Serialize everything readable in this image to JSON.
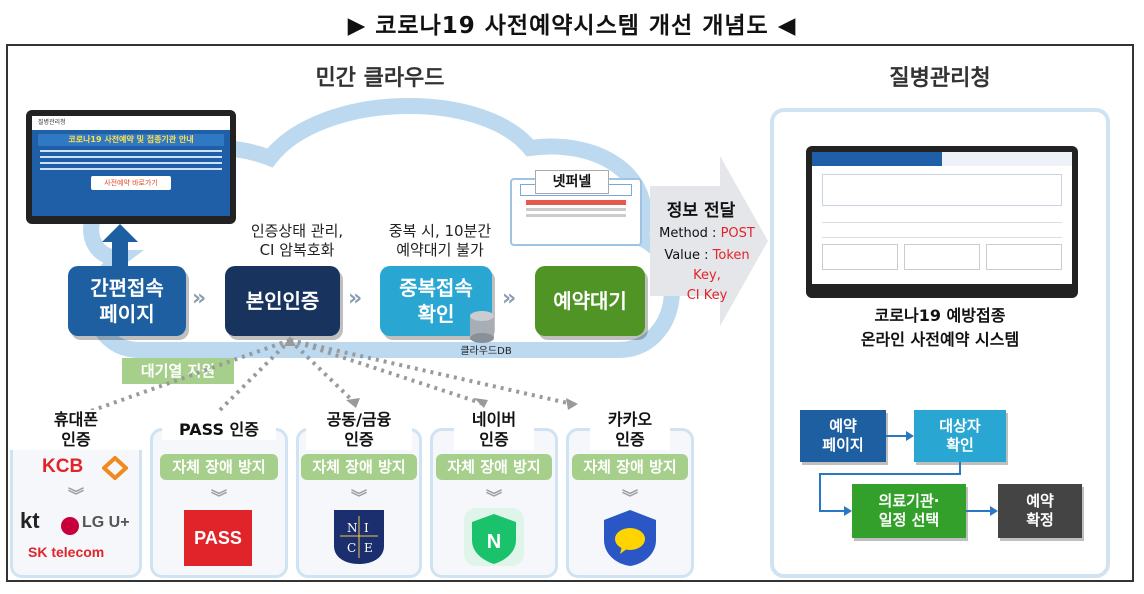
{
  "title": "▶ 코로나19 사전예약시스템 개선 개념도 ◀",
  "private_cloud": {
    "label": "민간 클라우드",
    "steps": [
      {
        "label": "간편접속\n페이지",
        "color": "#1d5fa0"
      },
      {
        "label": "본인인증",
        "color": "#17335e"
      },
      {
        "label": "중복접속\n확인",
        "color": "#2aa6d2"
      },
      {
        "label": "예약대기",
        "color": "#4f9424"
      }
    ],
    "step_separator": "»",
    "notes": {
      "auth": "인증상태 관리,\nCI 암복호화",
      "dup": "중복 시, 10분간\n예약대기 불가"
    },
    "cloud_db_label": "클라우드DB",
    "netfunnel_label": "넷퍼넬",
    "queue_support_label": "대기열 지원",
    "laptop_screen": {
      "header": "코로나19 사전예약 및 접종기관 안내",
      "button": "사전예약 바로가기"
    }
  },
  "transfer": {
    "title": "정보 전달",
    "method_key": "Method : ",
    "method_val": "POST",
    "value_key": "Value : ",
    "value_val": "Token Key,\nCI Key"
  },
  "kdca": {
    "label": "질병관리청",
    "system_name": "코로나19 예방접종\n온라인 사전예약 시스템",
    "flow": [
      {
        "label": "예약\n페이지",
        "color": "#1d5fa0"
      },
      {
        "label": "대상자\n확인",
        "color": "#2aa6d2"
      },
      {
        "label": "의료기관·\n일정 선택",
        "color": "#34a02c"
      },
      {
        "label": "예약\n확정",
        "color": "#444444"
      }
    ]
  },
  "providers": [
    {
      "title": "휴대폰\n인증",
      "logos": [
        "KCB",
        "kt",
        "LG U+",
        "SK telecom"
      ]
    },
    {
      "title": "PASS 인증",
      "chip": "자체 장애 방지",
      "logo": "PASS"
    },
    {
      "title": "공동/금융\n인증",
      "chip": "자체 장애 방지",
      "logo": "NICE"
    },
    {
      "title": "네이버\n인증",
      "chip": "자체 장애 방지",
      "logo": "N"
    },
    {
      "title": "카카오\n인증",
      "chip": "자체 장애 방지",
      "logo": "kakao"
    }
  ],
  "colors": {
    "pass_red": "#e0242a",
    "nice_navy": "#1b2e6e",
    "naver_green": "#19c26b",
    "kakao_yellow": "#ffd400",
    "kakao_blue": "#2a56c6"
  }
}
